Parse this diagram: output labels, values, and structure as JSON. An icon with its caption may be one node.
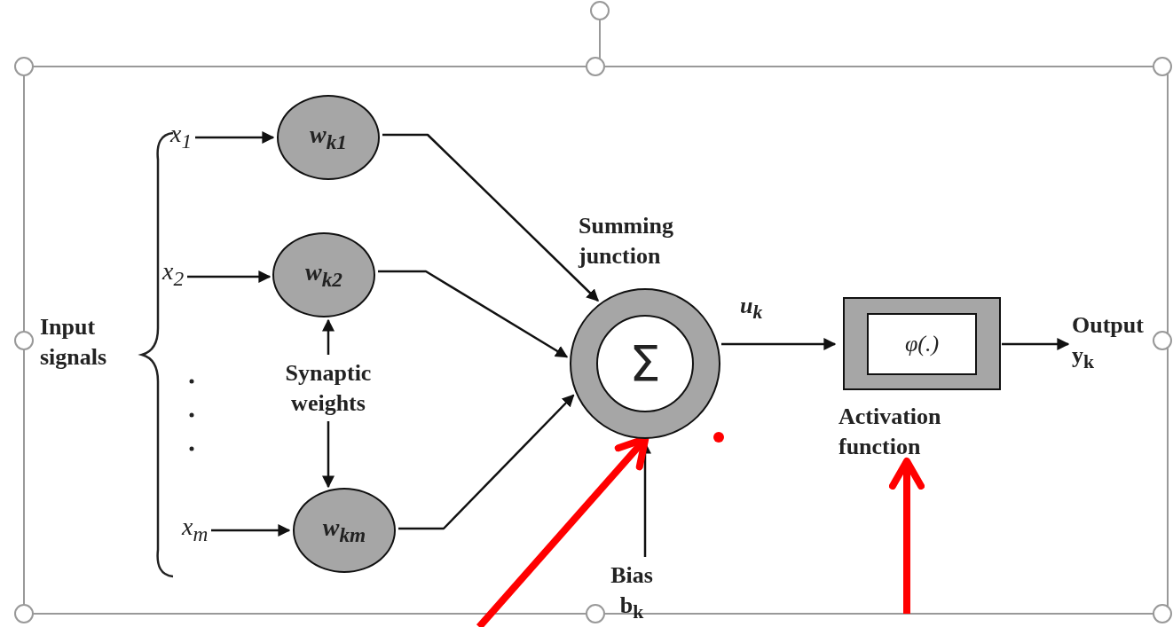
{
  "diagram": {
    "nodes": [
      {
        "text": [
          "x$_{1}$"
        ]
      },
      {
        "text": [
          "x$_{2}$"
        ]
      },
      {
        "text": [
          "x$_{m}$"
        ]
      },
      {
        "text": [
          "w$_{k1}$"
        ]
      },
      {
        "text": [
          "w$_{k2}$"
        ]
      },
      {
        "text": [
          "w$_{km}$"
        ]
      },
      {
        "text": [
          "Synaptic weights"
        ]
      },
      {
        "text": [
          "Summing junction",
          "Σ"
        ]
      },
      {
        "text": [
          "φ(.)",
          "Activation function"
        ]
      },
      {
        "text": [
          "Output y$_{k}$"
        ]
      },
      {
        "text": [
          "Bias b$_{k}$"
        ]
      }
    ],
    "edges": [
      {
        "from": 0,
        "to": 3,
        "arrow": "to"
      },
      {
        "from": 1,
        "to": 4,
        "arrow": "to"
      },
      {
        "from": 2,
        "to": 5,
        "arrow": "to"
      },
      {
        "from": 3,
        "to": 7,
        "arrow": "to"
      },
      {
        "from": 4,
        "to": 7,
        "arrow": "to"
      },
      {
        "from": 5,
        "to": 7,
        "arrow": "to"
      },
      {
        "from": 6,
        "to": 4,
        "arrow": "to"
      },
      {
        "from": 6,
        "to": 5,
        "arrow": "to"
      },
      {
        "from": 7,
        "to": 8,
        "arrow": "to",
        "label": "u$_{k}$"
      },
      {
        "from": 8,
        "to": 9,
        "arrow": "to"
      },
      {
        "from": 10,
        "to": 7,
        "arrow": "to"
      },
      {
        "from": null,
        "to": 7,
        "arrow": "to",
        "style": "thick",
        "color": "#ff0000"
      },
      {
        "from": null,
        "to": 8,
        "arrow": "to",
        "style": "thick",
        "color": "#ff0000"
      }
    ],
    "labels": [
      "Input signals"
    ]
  }
}
